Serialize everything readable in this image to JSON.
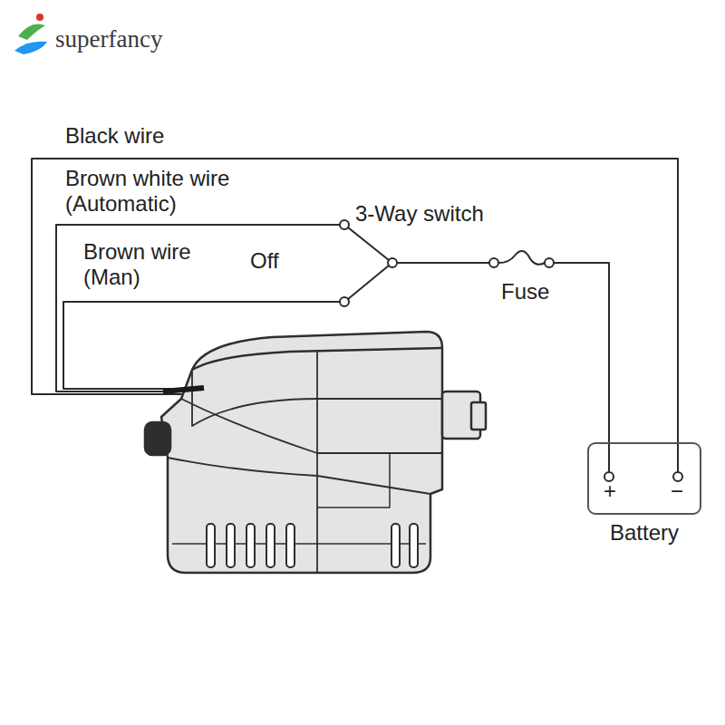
{
  "diagram": {
    "nodes": [
      {
        "text": [
          "+",
          "−",
          "Battery"
        ]
      }
    ],
    "labels": [
      "superfancy",
      "Black wire",
      "Brown white wire (Automatic)",
      "3-Way switch",
      "Off",
      "Brown wire (Man)",
      "Fuse"
    ]
  }
}
